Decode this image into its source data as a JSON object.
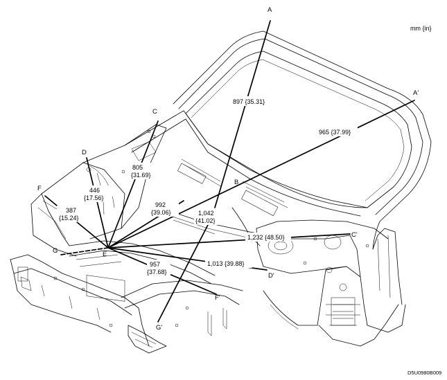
{
  "unit_label": "mm {in}",
  "figure_code": "D5U0980B009",
  "points": {
    "A": "A",
    "A_prime": "A'",
    "B": "B",
    "C": "C",
    "C_prime": "C'",
    "D": "D",
    "D_prime": "D'",
    "E": "E",
    "F": "F",
    "F_prime": "F'",
    "G": "G",
    "G_prime": "G'"
  },
  "dimensions": {
    "a_b": {
      "value": "897",
      "inch": "{35.31}"
    },
    "a_e": {
      "value": "965",
      "inch": "{37.99}"
    },
    "c_e": {
      "value": "805",
      "inch": "{31.69}"
    },
    "d_e": {
      "value": "446",
      "inch": "{17.56}"
    },
    "f_e": {
      "value": "387",
      "inch": "{15.24}"
    },
    "b_e": {
      "value": "992",
      "inch": "{39.06}"
    },
    "g_f": {
      "value": "1,042",
      "inch": "{41.02}"
    },
    "e_c": {
      "value": "1,232 {48.50}"
    },
    "e_d": {
      "value": "1,013 {39.88}"
    },
    "e_f": {
      "value": "957",
      "inch": "{37.68}"
    }
  },
  "colors": {
    "line": "#000000",
    "background": "#ffffff"
  }
}
